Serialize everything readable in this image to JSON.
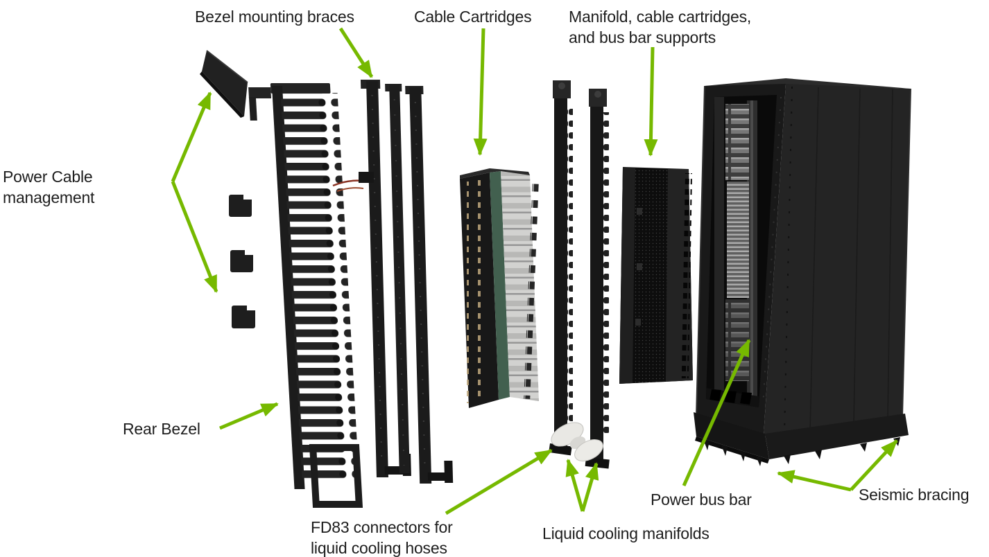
{
  "colors": {
    "accent": "#76b900",
    "text": "#1d1d1d",
    "background": "#ffffff"
  },
  "labels": {
    "power_cable_management": {
      "line1": "Power Cable",
      "line2": "management"
    },
    "bezel_mounting_braces": {
      "text": "Bezel mounting braces"
    },
    "cable_cartridges": {
      "text": "Cable Cartridges"
    },
    "manifold_supports": {
      "line1": "Manifold, cable cartridges,",
      "line2": "and bus bar supports"
    },
    "rear_bezel": {
      "text": "Rear Bezel"
    },
    "fd83_connectors": {
      "line1": "FD83 connectors for",
      "line2": "liquid cooling hoses"
    },
    "liquid_cooling_manifolds": {
      "text": "Liquid cooling manifolds"
    },
    "power_bus_bar": {
      "text": "Power bus bar"
    },
    "seismic_bracing": {
      "text": "Seismic bracing"
    }
  }
}
